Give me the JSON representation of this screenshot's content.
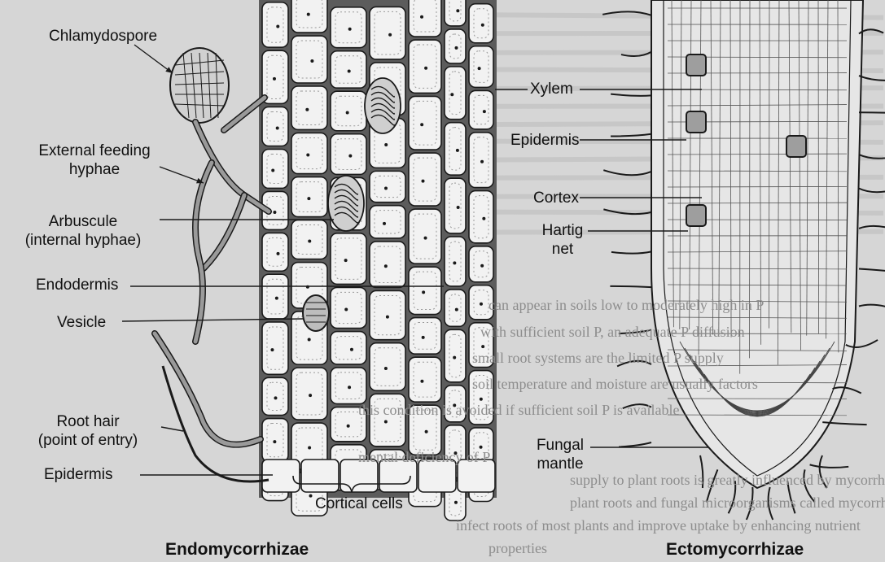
{
  "diagram": {
    "left_panel": {
      "title": "Endomycorrhizae",
      "labels": {
        "chlamydospore": "Chlamydospore",
        "external_feeding_line1": "External feeding",
        "external_feeding_line2": "hyphae",
        "arbuscule_line1": "Arbuscule",
        "arbuscule_line2": "(internal hyphae)",
        "endodermis": "Endodermis",
        "vesicle": "Vesicle",
        "root_hair_line1": "Root hair",
        "root_hair_line2": "(point of entry)",
        "epidermis": "Epidermis",
        "cortical_cells": "Cortical cells"
      }
    },
    "right_panel": {
      "title": "Ectomycorrhizae",
      "labels": {
        "xylem": "Xylem",
        "epidermis": "Epidermis",
        "cortex": "Cortex",
        "hartig_line1": "Hartig",
        "hartig_line2": "net",
        "fungal_line1": "Fungal",
        "fungal_line2": "mantle"
      }
    }
  },
  "background_text": [
    "can appear in soils low to moderately high in P",
    "with sufficient soil P, an adequate P diffusion",
    "small root systems are the limited P supply",
    "soil temperature and moisture are usually factors",
    "this condition is avoided if sufficient soil P is available",
    "mental deficiency of P",
    "supply to plant roots is greatly influenced by mycorrhizal",
    "plant roots and fungal microorganisms called mycorrhizae",
    "infect roots of most plants and improve uptake by enhancing nutrient",
    "properties"
  ],
  "colors": {
    "background": "#d6d6d6",
    "ink": "#1a1a1a",
    "paper_grey": "#8d8d8d"
  }
}
